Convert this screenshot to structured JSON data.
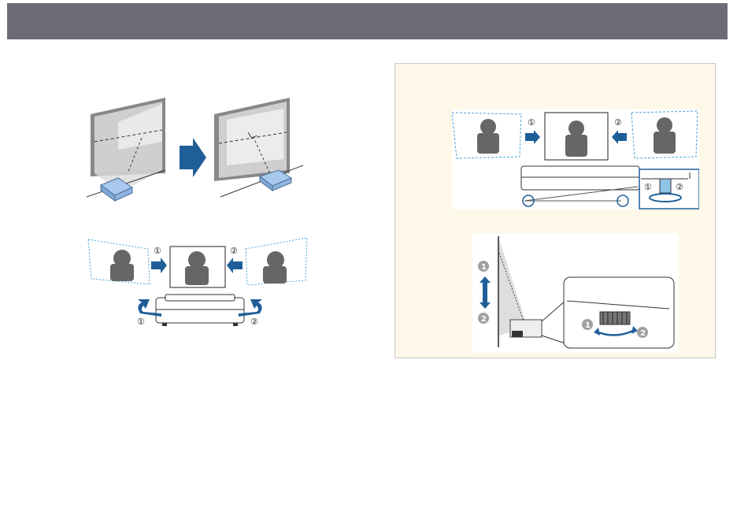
{
  "colors": {
    "header": "#6b6c77",
    "accent_blue": "#1f5f99",
    "projector_blue": "#a8c8ee",
    "silhouette": "#666666",
    "dashed_outline": "#4aa3d8",
    "note_background": "#fdf8e8"
  },
  "icons": [
    "arrow-right-icon",
    "arrow-left-icon",
    "rotate-arrow-icon",
    "up-down-arrow-icon",
    "foot-adjuster-icon"
  ],
  "callouts": {
    "one": "①",
    "two": "②",
    "one_filled": "1",
    "two_filled": "2"
  }
}
